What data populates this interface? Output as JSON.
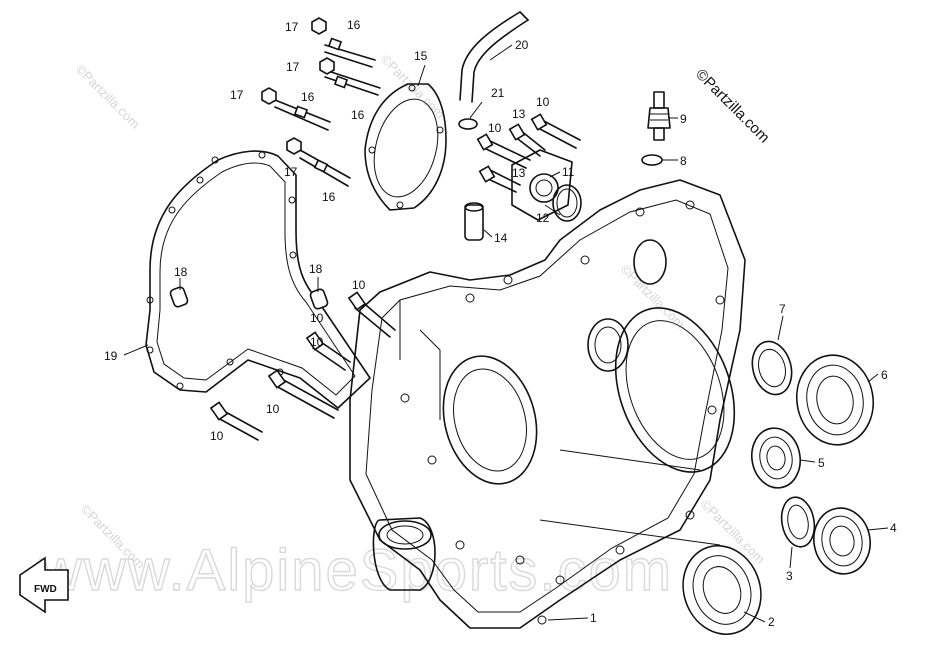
{
  "diagram": {
    "copyright": "©Partzilla.com",
    "watermark_tile": "©Partzilla.com",
    "watermark_site": "www.AlpineSports.com",
    "direction_label": "FWD"
  },
  "callouts": [
    {
      "id": "1",
      "text": "1"
    },
    {
      "id": "2",
      "text": "2"
    },
    {
      "id": "3",
      "text": "3"
    },
    {
      "id": "4",
      "text": "4"
    },
    {
      "id": "5",
      "text": "5"
    },
    {
      "id": "6",
      "text": "6"
    },
    {
      "id": "7",
      "text": "7"
    },
    {
      "id": "8",
      "text": "8"
    },
    {
      "id": "9",
      "text": "9"
    },
    {
      "id": "10a",
      "text": "10"
    },
    {
      "id": "10b",
      "text": "10"
    },
    {
      "id": "10c",
      "text": "10"
    },
    {
      "id": "10d",
      "text": "10"
    },
    {
      "id": "10e",
      "text": "10"
    },
    {
      "id": "10f",
      "text": "10"
    },
    {
      "id": "10g",
      "text": "10"
    },
    {
      "id": "11",
      "text": "11"
    },
    {
      "id": "12",
      "text": "12"
    },
    {
      "id": "13a",
      "text": "13"
    },
    {
      "id": "13b",
      "text": "13"
    },
    {
      "id": "14",
      "text": "14"
    },
    {
      "id": "15",
      "text": "15"
    },
    {
      "id": "16a",
      "text": "16"
    },
    {
      "id": "16b",
      "text": "16"
    },
    {
      "id": "16c",
      "text": "16"
    },
    {
      "id": "16d",
      "text": "16"
    },
    {
      "id": "17a",
      "text": "17"
    },
    {
      "id": "17b",
      "text": "17"
    },
    {
      "id": "17c",
      "text": "17"
    },
    {
      "id": "17d",
      "text": "17"
    },
    {
      "id": "18a",
      "text": "18"
    },
    {
      "id": "18b",
      "text": "18"
    },
    {
      "id": "19",
      "text": "19"
    },
    {
      "id": "20",
      "text": "20"
    },
    {
      "id": "21",
      "text": "21"
    }
  ]
}
